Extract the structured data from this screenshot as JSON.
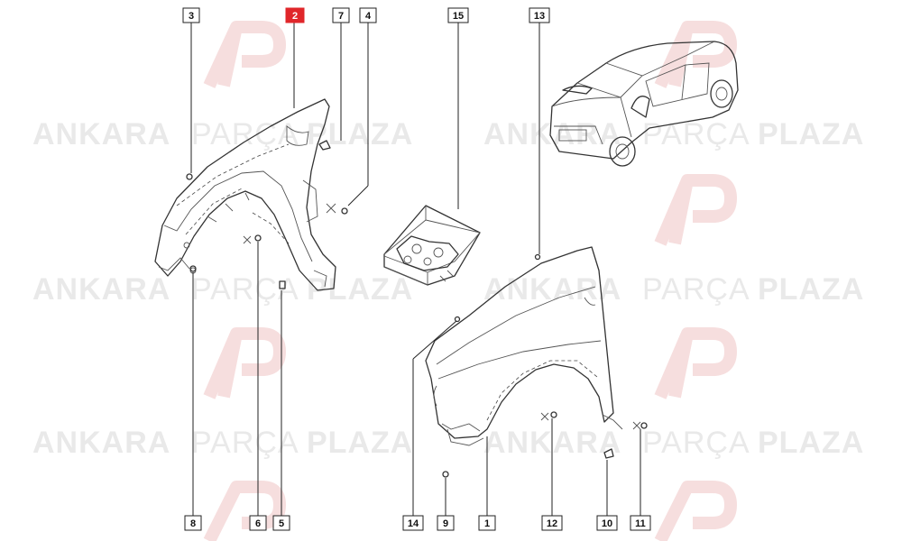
{
  "watermark": {
    "word1": "ANKARA",
    "word2": "PARÇA",
    "word3": "PLAZA"
  },
  "callouts": [
    {
      "id": "3",
      "label": "3",
      "highlighted": false
    },
    {
      "id": "2",
      "label": "2",
      "highlighted": true
    },
    {
      "id": "7",
      "label": "7",
      "highlighted": false
    },
    {
      "id": "4",
      "label": "4",
      "highlighted": false
    },
    {
      "id": "15",
      "label": "15",
      "highlighted": false
    },
    {
      "id": "13",
      "label": "13",
      "highlighted": false
    },
    {
      "id": "8",
      "label": "8",
      "highlighted": false
    },
    {
      "id": "6",
      "label": "6",
      "highlighted": false
    },
    {
      "id": "5",
      "label": "5",
      "highlighted": false
    },
    {
      "id": "14",
      "label": "14",
      "highlighted": false
    },
    {
      "id": "9",
      "label": "9",
      "highlighted": false
    },
    {
      "id": "1",
      "label": "1",
      "highlighted": false
    },
    {
      "id": "12",
      "label": "12",
      "highlighted": false
    },
    {
      "id": "10",
      "label": "10",
      "highlighted": false
    },
    {
      "id": "11",
      "label": "11",
      "highlighted": false
    }
  ],
  "colors": {
    "highlight": "#e0262a",
    "watermark_text": "#e9e9e9",
    "watermark_logo": "#f6dede"
  }
}
